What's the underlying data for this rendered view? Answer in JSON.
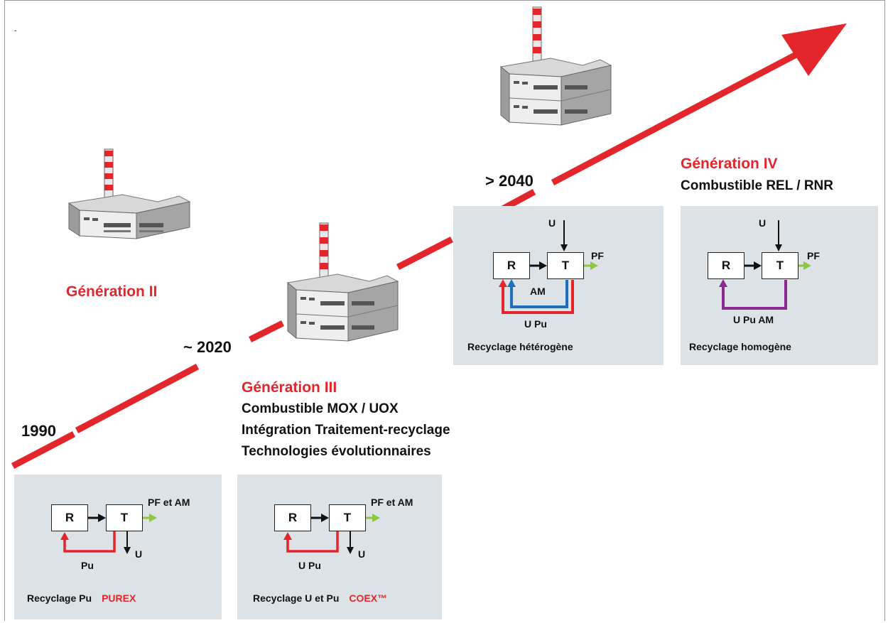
{
  "timeline": {
    "year_1990": "1990",
    "year_2020": "~ 2020",
    "year_2040": "> 2040"
  },
  "generations": {
    "gen2": {
      "title": "Génération II"
    },
    "gen3": {
      "title": "Génération III",
      "lines": [
        "Combustible MOX / UOX",
        "Intégration Traitement-recyclage",
        "Technologies évolutionnaires"
      ]
    },
    "gen4": {
      "title": "Génération IV",
      "lines": [
        "Combustible REL / RNR"
      ]
    }
  },
  "panels": {
    "purex": {
      "box_r": "R",
      "box_t": "T",
      "out": "PF et AM",
      "down": "U",
      "loop": "Pu",
      "caption": "Recyclage Pu",
      "caption_tag": "PUREX"
    },
    "coex": {
      "box_r": "R",
      "box_t": "T",
      "out": "PF et AM",
      "down": "U",
      "loop": "U Pu",
      "caption": "Recyclage U et Pu",
      "caption_tag": "COEX™"
    },
    "hetero": {
      "box_r": "R",
      "box_t": "T",
      "in": "U",
      "out": "PF",
      "inner_loop": "AM",
      "loop": "U Pu",
      "caption": "Recyclage hétérogène"
    },
    "homo": {
      "box_r": "R",
      "box_t": "T",
      "in": "U",
      "out": "PF",
      "loop": "U Pu AM",
      "caption": "Recyclage homogène"
    }
  },
  "colors": {
    "timeline_red": "#e3262c",
    "loop_red": "#e3262c",
    "loop_blue": "#1f6fc0",
    "loop_purple": "#8a2a8f",
    "out_green": "#8dc63f",
    "panel_bg": "#dde2e7"
  },
  "icons": [
    "factory-icon"
  ]
}
